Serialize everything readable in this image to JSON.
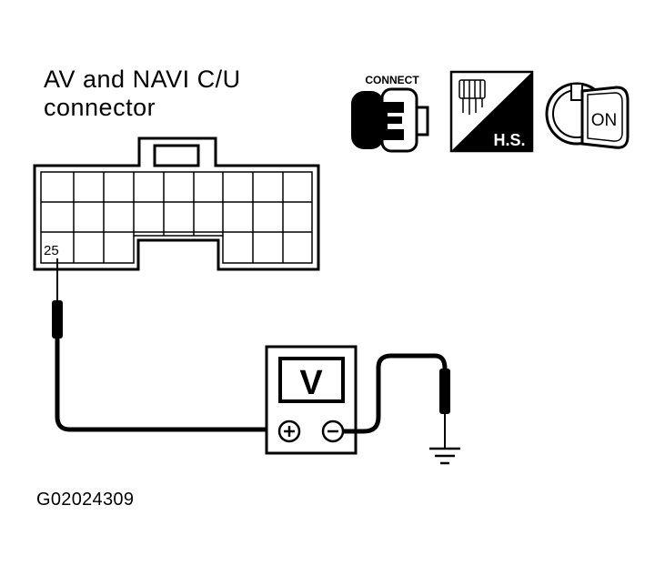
{
  "connector": {
    "title_line1": "AV and NAVI C/U",
    "title_line2": "connector",
    "pin": "25"
  },
  "icons": {
    "connect_label": "CONNECT",
    "hs_label": "H.S.",
    "ignition_label": "ON"
  },
  "meter": {
    "unit": "V",
    "positive": "+",
    "negative": "−"
  },
  "figure_code": "G02024309"
}
